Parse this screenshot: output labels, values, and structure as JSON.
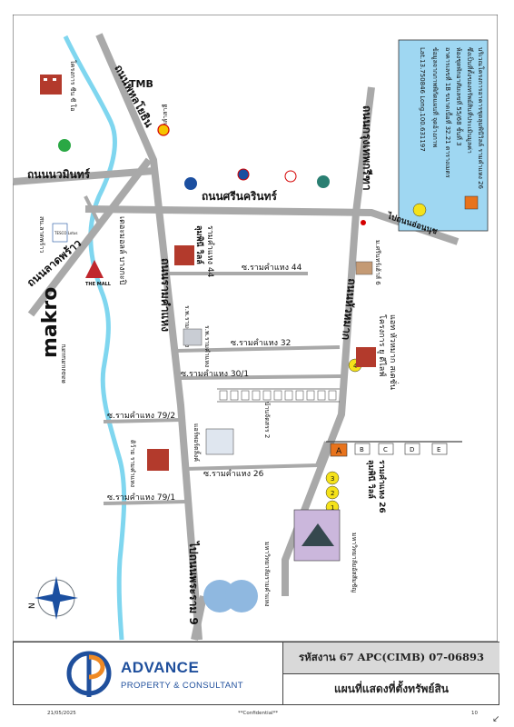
{
  "map": {
    "roads": {
      "phahon": "ถนนพหลโยธิน",
      "nawamin": "ถนนนวมินทร์",
      "srinakarin": "ถนนศรีนครินทร์",
      "krungthep_kreetha": "ถนนกรุงเทพกรีฑา",
      "to_onnut": "ไปถนนอ่อนนุช",
      "ladprao": "ถนนลาดพร้าว",
      "ramkhamhaeng": "ถนนรามคำแหง",
      "huamark": "ถนนหัวหมาก",
      "to_rama9": "ไปถนนพระราม 9",
      "intersection": "แยกลำสาลี"
    },
    "sois": {
      "soi44": "ซ.รามคำแหง 44",
      "soi32": "ซ.รามคำแหง 32",
      "soi30_1": "ซ.รามคำแหง 30/1",
      "soi79_2": "ซ.รามคำแหง 79/2",
      "soi26": "ซ.รามคำแหง 26",
      "soi79_1": "ซ.รามคำแหง 79/1",
      "soi26_blue": "รามคำแหง 26"
    },
    "places": {
      "condo_top": "โครงการ ซีน ซี โอ",
      "ladprao_stadium": "สน.ลาดพร้าว",
      "the_mall": "เดอะมอลล์ บางกะปิ",
      "the_mall_logo": "THE MALL",
      "makro": "makro",
      "khlong": "คลองแสนแสบ",
      "lumpini_villa": "ลุมพินี วิลล์",
      "lumpini_villa_sub": "รามคำแหง 44",
      "hospital": "ร.พ.รามคำแหง",
      "hospital_small": "ร.พ.รามคำแหง",
      "srinthani": "ม.ศรีนทร์เฮ้าส์ 6",
      "project_life": "โครงการ ยู ดีไลฟ์",
      "project_life_sub": "แอท หัวหมาก สเตชั่น",
      "ban_soi": "บ้านจัดสรร 2",
      "airport_link": "แอร์พอร์ตลิ้งค์",
      "sitho": "ดิว้าย รามคำแหง",
      "lumpini_villa2": "ลุมพินี วิลล์",
      "lumpini_villa2_sub": "รามคำแหง 26",
      "university": "มหาวิทยาลัยรามคำแหง",
      "assumption": "มหาวิทยาลัยอัสสัมชัญ",
      "tmb": "TMB",
      "ptt_tesco": "TESCO Lotus",
      "station_a": "A",
      "station_b": "B",
      "station_c": "C",
      "station_d": "D",
      "station_e": "E",
      "num1": "1",
      "num2": "2",
      "num3": "3",
      "num4": "4"
    },
    "legend": {
      "line1": "บริเวณโครงการอาคารชุดลุมพินีวิลล์ รามคำแหง 26",
      "line2": "ซึ่งเป็นที่ตั้งของทรัพย์สินที่ประเมินมูลค่า",
      "line3": "ห้องชุดพักอาศัยเลขที่ 55/68 ชั้นที่ 3",
      "line4": "อาคารเลขที่ 1B ขนาดเนื้อที่ 32.21 ตารางเมตร",
      "line5": "ข้อมูลจากภาพพิกัดแผนที่   จุดอ้างภาพ",
      "line6": "Lat.13.750846 Long.100.631197"
    },
    "compass": "N"
  },
  "titleblock": {
    "brand": "ADVANCE",
    "brand_sub": "PROPERTY & CONSULTANT",
    "code": "รหัสงาน  67 APC(CIMB) 07-06893",
    "title": "แผนที่แสดงที่ตั้งทรัพย์สิน"
  },
  "footer": {
    "date": "21/05/2025",
    "confidential": "**Confidential**",
    "page": "10"
  }
}
